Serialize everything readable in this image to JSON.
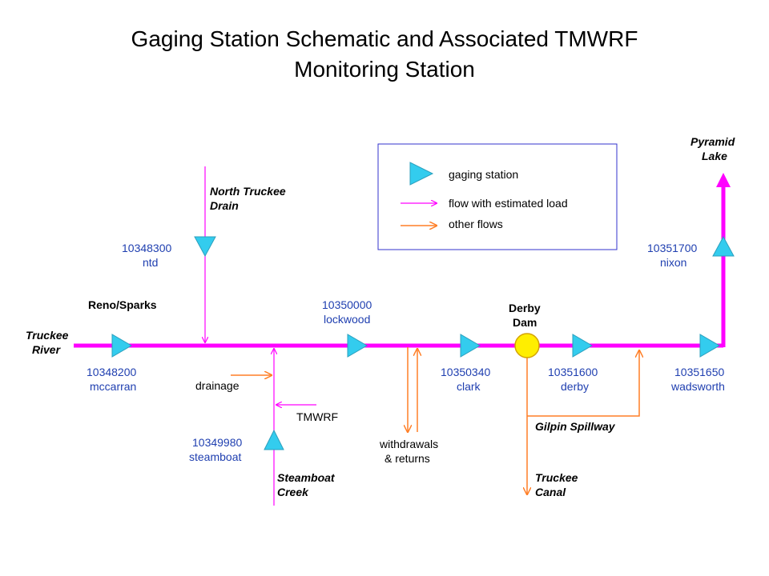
{
  "title": {
    "line1": "Gaging Station Schematic and Associated TMWRF",
    "line2": "Monitoring Station"
  },
  "colors": {
    "main_flow": "#ff00ff",
    "other_flow": "#ff7f27",
    "station": "#33ccee",
    "dam": "#ffee00",
    "legend_border": "#3333cc",
    "station_id_text": "#1f3fb0"
  },
  "legend": {
    "station": "gaging station",
    "estimated_flow": "flow with estimated load",
    "other_flow": "other flows"
  },
  "places": {
    "truckee_river": [
      "Truckee",
      "River"
    ],
    "north_truckee_drain": [
      "North Truckee",
      "Drain"
    ],
    "reno_sparks": "Reno/Sparks",
    "pyramid_lake": [
      "Pyramid",
      "Lake"
    ],
    "derby_dam": [
      "Derby",
      "Dam"
    ],
    "steamboat_creek": [
      "Steamboat",
      "Creek"
    ],
    "truckee_canal": [
      "Truckee",
      "Canal"
    ],
    "gilpin_spillway": "Gilpin Spillway"
  },
  "flows": {
    "drainage": "drainage",
    "tmwrf": "TMWRF",
    "withdrawals": [
      "withdrawals",
      "& returns"
    ]
  },
  "stations": [
    {
      "id": "10348200",
      "name": "mccarran"
    },
    {
      "id": "10348300",
      "name": "ntd"
    },
    {
      "id": "10349980",
      "name": "steamboat"
    },
    {
      "id": "10350000",
      "name": "lockwood"
    },
    {
      "id": "10350340",
      "name": "clark"
    },
    {
      "id": "10351600",
      "name": "derby"
    },
    {
      "id": "10351650",
      "name": "wadsworth"
    },
    {
      "id": "10351700",
      "name": "nixon"
    }
  ]
}
